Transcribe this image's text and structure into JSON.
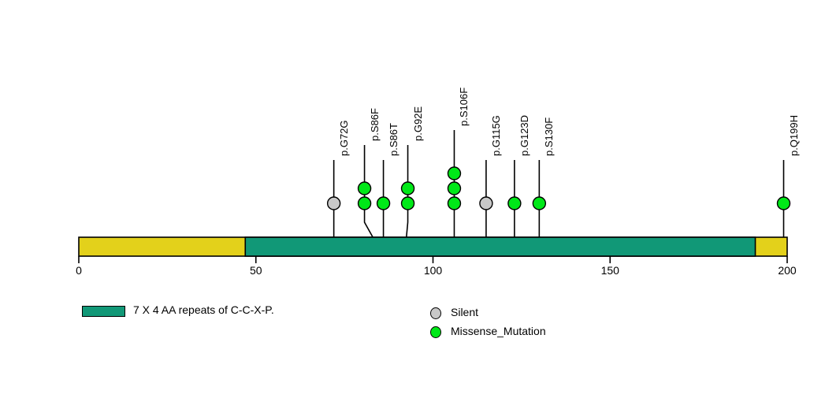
{
  "chart_data": {
    "type": "lollipop",
    "title": "",
    "xlabel": "",
    "ylabel": "",
    "xlim": [
      0,
      200
    ],
    "grid": false,
    "axis_ticks": [
      {
        "value": 0,
        "label": "0"
      },
      {
        "value": 50,
        "label": "50"
      },
      {
        "value": 100,
        "label": "100"
      },
      {
        "value": 150,
        "label": "150"
      },
      {
        "value": 200,
        "label": "200"
      }
    ],
    "protein_length": 200,
    "backbone_color": "#E3D11B",
    "domains": [
      {
        "name": "7 X 4 AA repeats of C-C-X-P.",
        "start": 47,
        "end": 191,
        "color": "#119877"
      }
    ],
    "mutations": [
      {
        "label": "p.G72G",
        "position": 72,
        "count": 1,
        "type": "Silent",
        "color": "#C8C8C8"
      },
      {
        "label": "p.S86F",
        "position": 86,
        "count": 2,
        "type": "Missense_Mutation",
        "color": "#00E818",
        "stem_offset": -6
      },
      {
        "label": "p.S86T",
        "position": 86,
        "count": 1,
        "type": "Missense_Mutation",
        "color": "#00E818",
        "stem_offset": 0
      },
      {
        "label": "p.G92E",
        "position": 92,
        "count": 2,
        "type": "Missense_Mutation",
        "color": "#00E818",
        "stem_offset": 1
      },
      {
        "label": "p.S106F",
        "position": 106,
        "count": 3,
        "type": "Missense_Mutation",
        "color": "#00E818"
      },
      {
        "label": "p.G115G",
        "position": 115,
        "count": 1,
        "type": "Silent",
        "color": "#C8C8C8"
      },
      {
        "label": "p.G123D",
        "position": 123,
        "count": 1,
        "type": "Missense_Mutation",
        "color": "#00E818"
      },
      {
        "label": "p.S130F",
        "position": 130,
        "count": 1,
        "type": "Missense_Mutation",
        "color": "#00E818"
      },
      {
        "label": "p.Q199H",
        "position": 199,
        "count": 1,
        "type": "Missense_Mutation",
        "color": "#00E818"
      }
    ],
    "legend": {
      "domain_entries": [
        {
          "label": "7 X 4 AA repeats of C-C-X-P.",
          "color": "#119877"
        }
      ],
      "variant_entries": [
        {
          "label": "Silent",
          "color": "#C8C8C8"
        },
        {
          "label": "Missense_Mutation",
          "color": "#00E818"
        }
      ]
    }
  }
}
